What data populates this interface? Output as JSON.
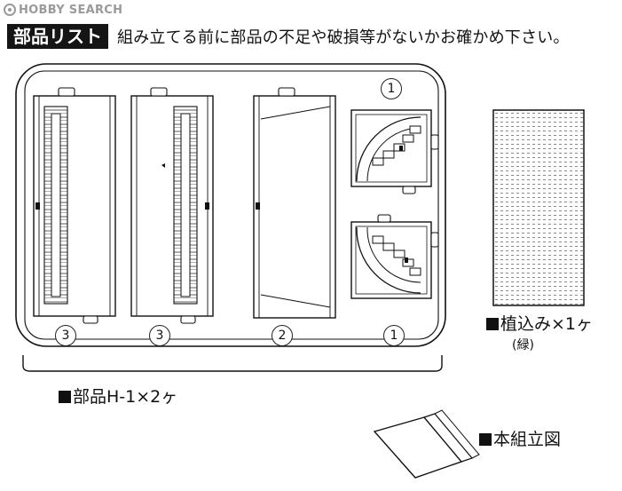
{
  "watermark": {
    "text": "HOBBY SEARCH",
    "icon": "hobbysearch-logo-icon"
  },
  "header": {
    "title": "部品リスト",
    "note": "組み立てる前に部品の不足や破損等がないかお確かめ下さい。"
  },
  "parts_frame": {
    "label": "部品H-1×2ヶ",
    "numbers": [
      "3",
      "3",
      "2",
      "1",
      "1"
    ]
  },
  "planting": {
    "label": "植込み×1ヶ",
    "sub": "(緑)"
  },
  "instructions": {
    "label": "本組立図"
  }
}
